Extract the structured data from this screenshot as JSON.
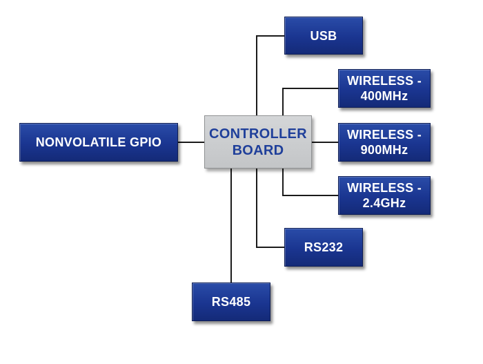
{
  "diagram": {
    "controller": "CONTROLLER\nBOARD",
    "nodes": {
      "usb": "USB",
      "wireless_400": "WIRELESS -\n400MHz",
      "wireless_900": "WIRELESS -\n900MHz",
      "wireless_24": "WIRELESS -\n2.4GHz",
      "rs232": "RS232",
      "rs485": "RS485",
      "gpio": "NONVOLATILE GPIO"
    }
  }
}
